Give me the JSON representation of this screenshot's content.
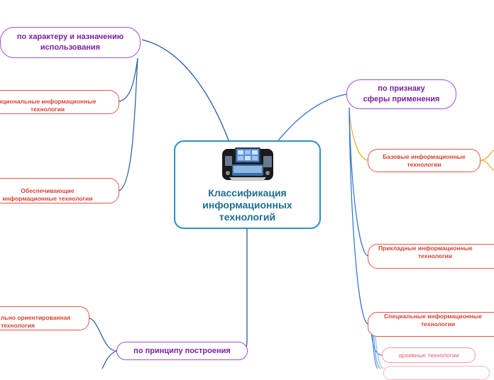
{
  "central": {
    "title": "Классификация информационных технологий",
    "icon": "laptop-devices-image"
  },
  "branches": {
    "purpose": {
      "label_line1": "по характеру и назначению",
      "label_line2": "использования",
      "children": [
        {
          "line1": "кциональные информационные",
          "line2": "технологии"
        },
        {
          "line1": "Обеспечивающие",
          "line2": "информационные технологии"
        }
      ]
    },
    "scope": {
      "label_line1": "по признаку",
      "label_line2": "сферы применения",
      "children": [
        {
          "line1": "Базовые информационные",
          "line2": "технологии"
        },
        {
          "line1": "Прикладные информационные",
          "line2": "технологии"
        },
        {
          "line1": "Специальные информационные",
          "line2": "технологии"
        }
      ],
      "sub_children": [
        {
          "label": "архивные технологии"
        }
      ]
    },
    "construction": {
      "label": "по принципу построения",
      "children": [
        {
          "line1": "льно ориентированная",
          "line2": "технология"
        }
      ]
    }
  },
  "colors": {
    "central_border": "#2e8fc2",
    "level1_border": "#a24fd6",
    "level2_border": "#e0584a",
    "line_brown": "#4a4a4a",
    "line_blue": "#2a6fd6",
    "line_orange": "#f5a623"
  }
}
